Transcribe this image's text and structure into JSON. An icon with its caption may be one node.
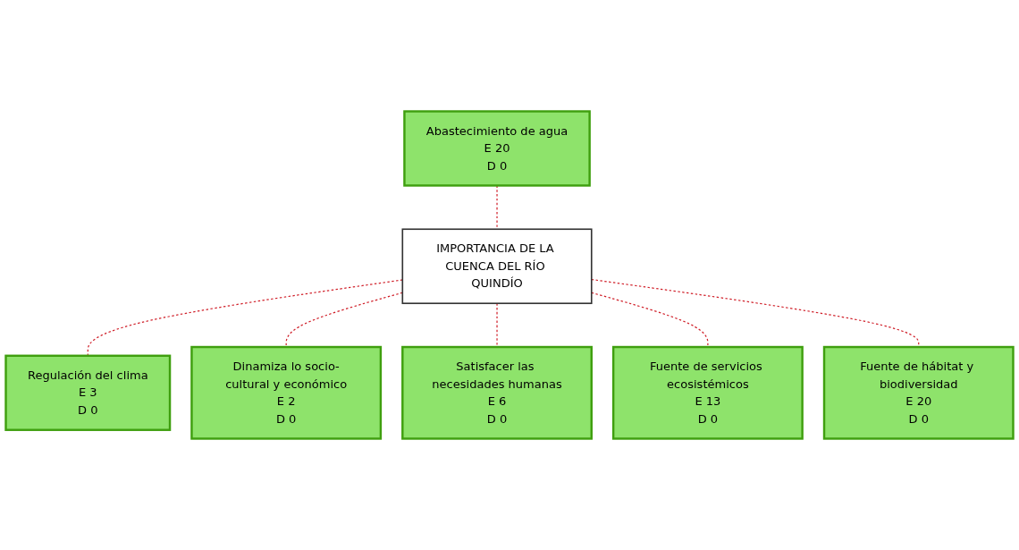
{
  "diagram": {
    "nodes": [
      {
        "text": [
          "IMPORTANCIA DE LA CUENCA DEL RÍO QUINDÍO"
        ]
      },
      {
        "text": [
          "Abastecimiento de agua",
          "E 20",
          "D 0"
        ]
      },
      {
        "text": [
          "Regulación del clima",
          "E 3",
          "D 0"
        ]
      },
      {
        "text": [
          "Dinamiza lo socio-cultural y económico",
          "E 2",
          "D 0"
        ]
      },
      {
        "text": [
          "Satisfacer las necesidades humanas",
          "E 6",
          "D 0"
        ]
      },
      {
        "text": [
          "Fuente de servicios ecosistémicos",
          "E 13",
          "D 0"
        ]
      },
      {
        "text": [
          "Fuente de hábitat y biodiversidad",
          "E 20",
          "D 0"
        ]
      }
    ],
    "edges": [
      {
        "from": 1,
        "to": 0,
        "arrow": "none",
        "style": "dashed"
      },
      {
        "from": 0,
        "to": 2,
        "arrow": "none",
        "style": "dashed"
      },
      {
        "from": 0,
        "to": 3,
        "arrow": "none",
        "style": "dashed"
      },
      {
        "from": 0,
        "to": 4,
        "arrow": "none",
        "style": "dashed"
      },
      {
        "from": 0,
        "to": 5,
        "arrow": "none",
        "style": "dashed"
      },
      {
        "from": 0,
        "to": 6,
        "arrow": "none",
        "style": "dashed"
      }
    ]
  }
}
